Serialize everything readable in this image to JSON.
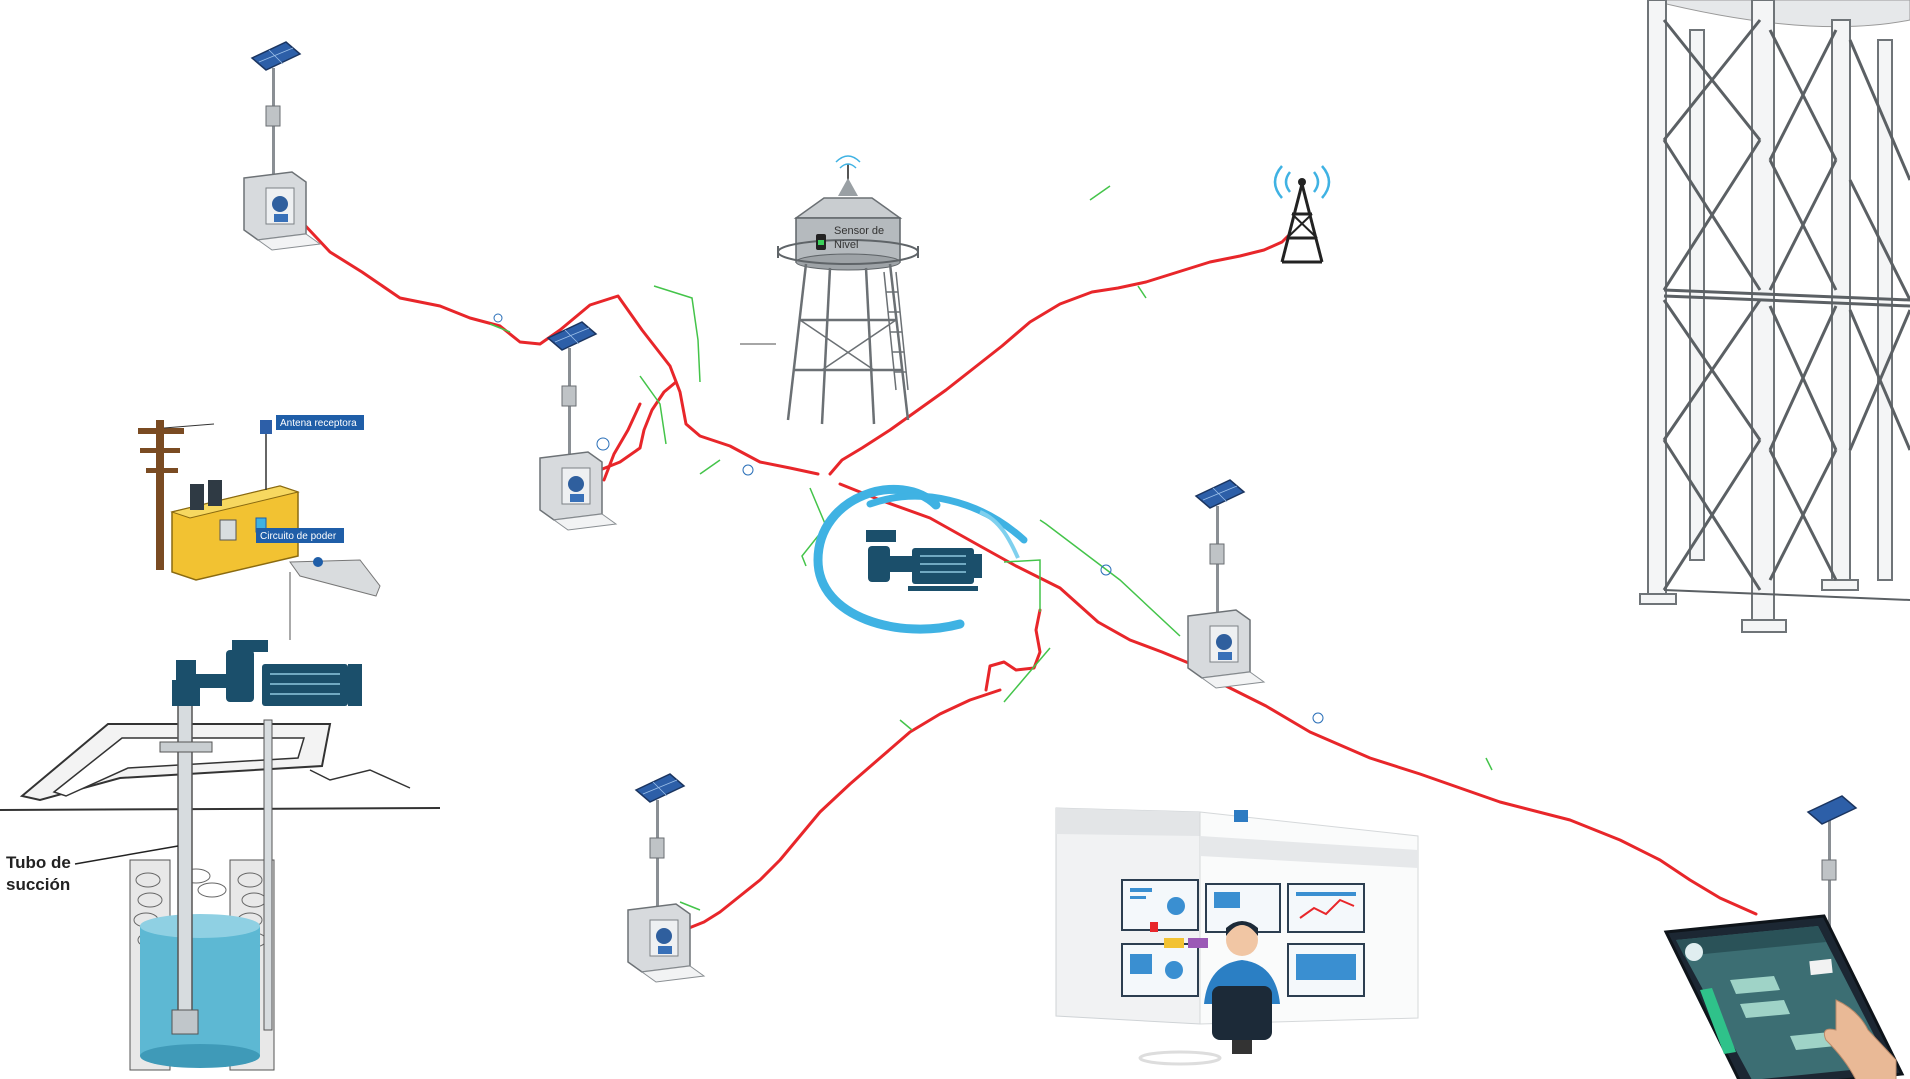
{
  "labels": {
    "level_sensor": [
      "Sensor de",
      "Nivel"
    ],
    "receiver_antenna": "Antena receptora",
    "power_circuit": "Circuito de poder",
    "suction_pipe": [
      "Tubo de",
      "succión"
    ]
  },
  "colors": {
    "pipeline": "#e8262a",
    "lateral": "#44c44a",
    "callout": "#1f5ea8",
    "pump_swirl": "#3fb2e3",
    "pump_dark": "#1b4f6b",
    "panel_box": "#f2c232",
    "water": "#5db8d3",
    "screen": "#3a8fd1"
  },
  "icons": [
    "solar-panel-icon",
    "pump-control-box-icon",
    "water-tower-icon",
    "radio-antenna-icon",
    "pump-motor-icon",
    "utility-pole-icon",
    "well-icon",
    "control-room-icon",
    "tablet-hmi-icon",
    "steel-tower-structure-icon"
  ]
}
